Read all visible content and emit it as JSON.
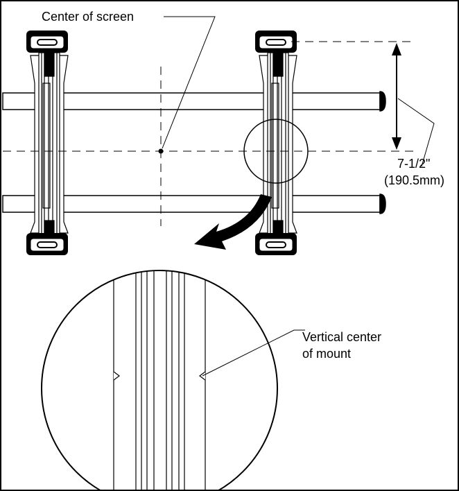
{
  "labels": {
    "center_of_screen": "Center of screen",
    "dimension_imperial": "7-1/2\"",
    "dimension_metric": "(190.5mm)",
    "vertical_center_line1": "Vertical center",
    "vertical_center_line2": "of mount"
  },
  "colors": {
    "line": "#000000",
    "background": "#ffffff",
    "arrow": "#000000"
  }
}
